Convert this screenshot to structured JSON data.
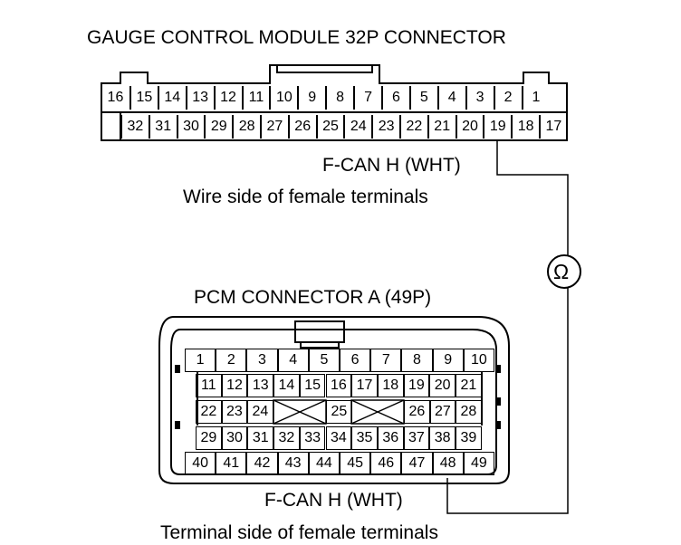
{
  "gauge_connector": {
    "title": "GAUGE CONTROL MODULE 32P CONNECTOR",
    "terminal_label": "F-CAN H (WHT)",
    "view_label": "Wire side of female terminals",
    "row1": [
      "16",
      "15",
      "14",
      "13",
      "12",
      "11",
      "10",
      "9",
      "8",
      "7",
      "6",
      "5",
      "4",
      "3",
      "2",
      "1"
    ],
    "row2": [
      "32",
      "31",
      "30",
      "29",
      "28",
      "27",
      "26",
      "25",
      "24",
      "23",
      "22",
      "21",
      "20",
      "19",
      "18",
      "17"
    ]
  },
  "pcm_connector": {
    "title": "PCM CONNECTOR A (49P)",
    "terminal_label": "F-CAN H (WHT)",
    "view_label": "Terminal side of female terminals",
    "row1": [
      "1",
      "2",
      "3",
      "4",
      "5",
      "6",
      "7",
      "8",
      "9",
      "10"
    ],
    "row2": [
      "11",
      "12",
      "13",
      "14",
      "15",
      "16",
      "17",
      "18",
      "19",
      "20",
      "21"
    ],
    "row3": [
      "22",
      "23",
      "24",
      "25",
      "26",
      "27",
      "28"
    ],
    "row4": [
      "29",
      "30",
      "31",
      "32",
      "33",
      "34",
      "35",
      "36",
      "37",
      "38",
      "39"
    ],
    "row5": [
      "40",
      "41",
      "42",
      "43",
      "44",
      "45",
      "46",
      "47",
      "48",
      "49"
    ]
  },
  "meter": {
    "symbol": "Ω",
    "icon": "ohmmeter-icon"
  }
}
